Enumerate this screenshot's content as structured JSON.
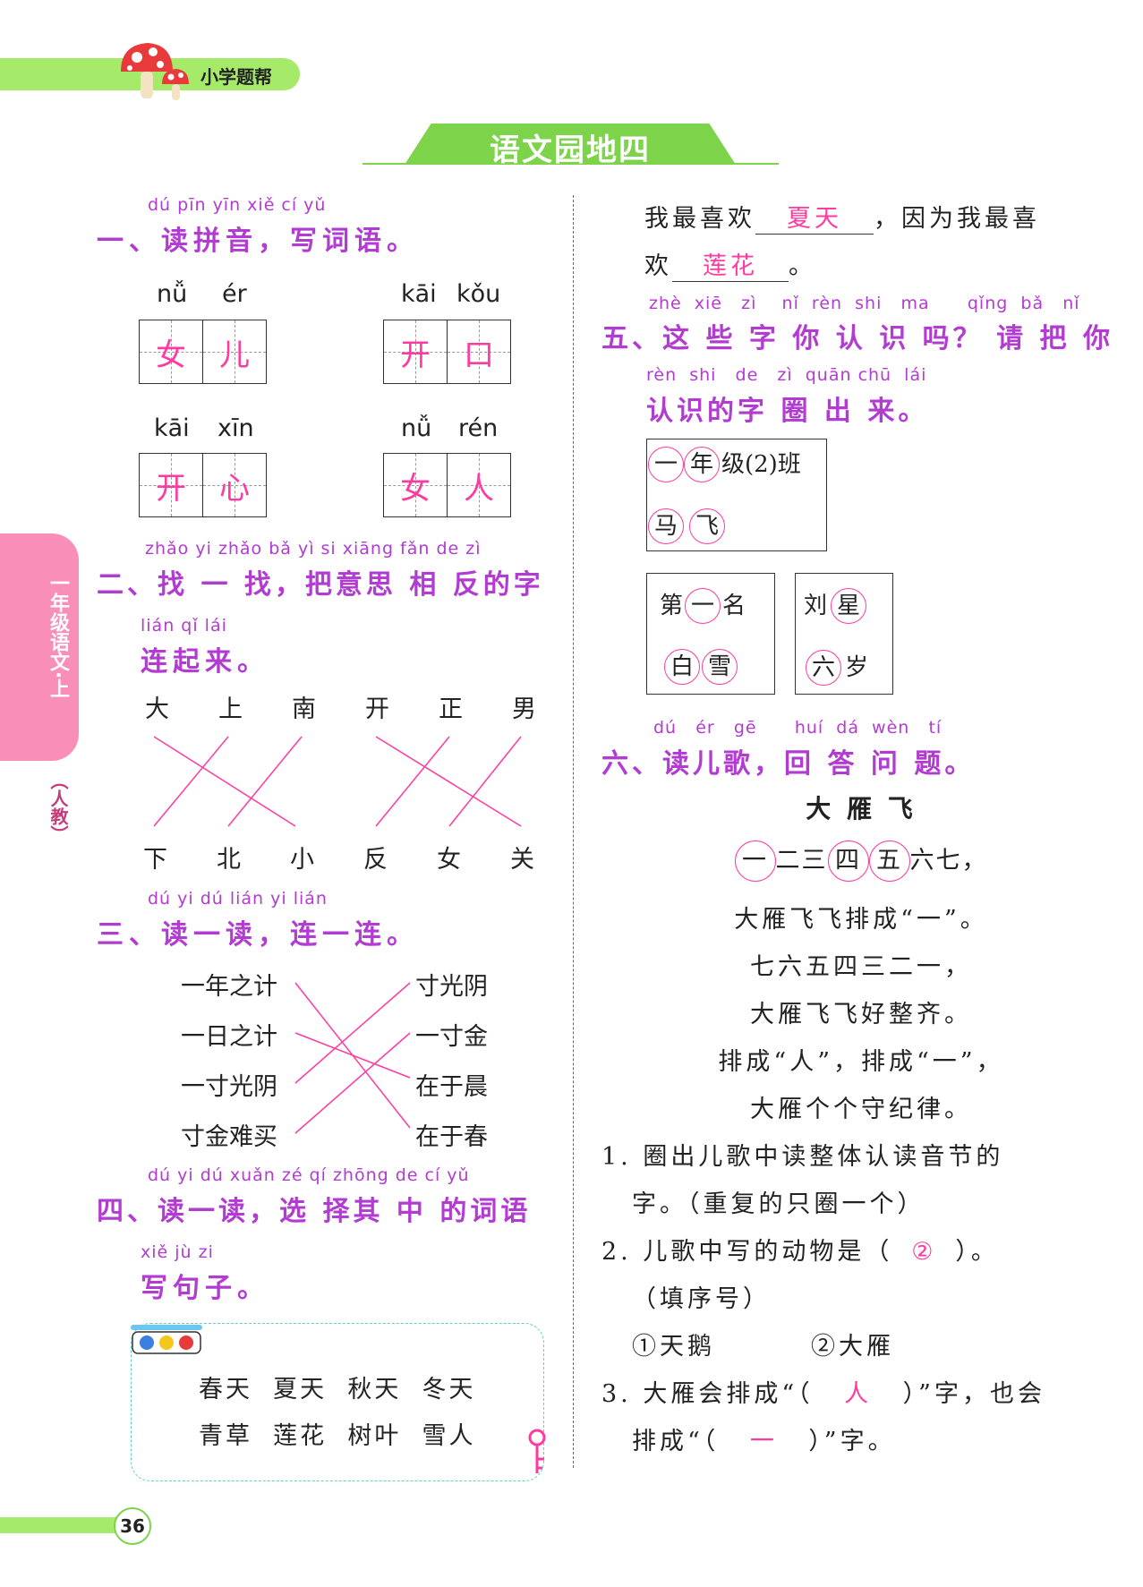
{
  "header": {
    "brand": "小学题帮"
  },
  "page_title": "语文园地四",
  "side_tab": {
    "grade": "一年级语文·上",
    "edition": "（人教）"
  },
  "page_number": "36",
  "q1": {
    "pinyin": "dú  pīn  yīn    xiě  cí  yǔ",
    "title": "一、读拼音，写词语。",
    "items": [
      {
        "pinyin": [
          "nǚ",
          "ér"
        ],
        "chars": [
          "女",
          "儿"
        ]
      },
      {
        "pinyin": [
          "kāi",
          "kǒu"
        ],
        "chars": [
          "开",
          "口"
        ]
      },
      {
        "pinyin": [
          "kāi",
          "xīn"
        ],
        "chars": [
          "开",
          "心"
        ]
      },
      {
        "pinyin": [
          "nǚ",
          "rén"
        ],
        "chars": [
          "女",
          "人"
        ]
      }
    ]
  },
  "q2": {
    "pinyin1": "zhǎo  yi  zhǎo    bǎ   yì    si  xiāng fǎn  de   zì",
    "title1": "二、找 一 找，把意思 相 反的字",
    "pinyin2": "lián  qǐ  lái",
    "title2": "连起来。",
    "top": [
      "大",
      "上",
      "南",
      "开",
      "正",
      "男"
    ],
    "bottom": [
      "下",
      "北",
      "小",
      "反",
      "女",
      "关"
    ]
  },
  "q3": {
    "pinyin": "dú  yi  dú    lián  yi  lián",
    "title": "三、读一读，连一连。",
    "left": [
      "一年之计",
      "一日之计",
      "一寸光阴",
      "寸金难买"
    ],
    "right": [
      "寸光阴",
      "一寸金",
      "在于晨",
      "在于春"
    ]
  },
  "q4": {
    "pinyin1": "dú   yi   dú     xuǎn  zé    qí  zhōng  de    cí    yǔ",
    "title1": "四、读一读，选 择其 中 的词语",
    "pinyin2": "xiě  jù   zi",
    "title2": "写句子。",
    "words_row1": "春天  夏天  秋天  冬天",
    "words_row2": "青草  莲花  树叶  雪人",
    "sentence": {
      "part1": "我最喜欢",
      "answer1": "夏天",
      "part2": "，因为我最喜",
      "part3": "欢",
      "answer2": "莲花",
      "part4": "。"
    }
  },
  "q5": {
    "pinyin1": "zhè  xiē   zì    nǐ  rèn  shi   ma      qǐng  bǎ   nǐ",
    "title1": "五、这 些 字 你 认 识 吗？ 请 把 你",
    "pinyin2": "rèn  shi   de   zì  quān chū  lái",
    "title2": "认识的字 圈 出 来。",
    "box1_row1_circled": [
      "一",
      "年"
    ],
    "box1_row1_plain": "级(2)班",
    "box1_row2_circled": [
      "马",
      "飞"
    ],
    "box2_row1": [
      "第",
      "一",
      "名"
    ],
    "box2_row2": [
      "白",
      "雪"
    ],
    "box3_row1": [
      "刘",
      "星"
    ],
    "box3_row2": [
      "六",
      "岁"
    ]
  },
  "q6": {
    "pinyin": "dú   ér   gē      huí  dá  wèn   tí",
    "title": "六、读儿歌，回 答 问 题。",
    "poem_title": "大 雁 飞",
    "poem_line1": {
      "c1": "一",
      "a": "二三",
      "c2": "四",
      "c3": "五",
      "b": "六七，"
    },
    "poem_lines": [
      "大雁飞飞排成“一”。",
      "七六五四三二一，",
      "大雁飞飞好整齐。",
      "排成“人”，排成“一”，",
      "大雁个个守纪律。"
    ],
    "sub1_line1": "1. 圈出儿歌中读整体认读音节的",
    "sub1_line2": "字。（重复的只圈一个）",
    "sub2_pre": "2. 儿歌中写的动物是（",
    "sub2_answer": "②",
    "sub2_post": "）。",
    "sub2_note": "（填序号）",
    "sub2_opt1": "①天鹅",
    "sub2_opt2": "②大雁",
    "sub3_pre": "3. 大雁会排成“（",
    "sub3_answer1": "人",
    "sub3_mid": "）”字，也会",
    "sub3_pre2": "排成“（",
    "sub3_answer2": "一",
    "sub3_post": "）”字。"
  }
}
